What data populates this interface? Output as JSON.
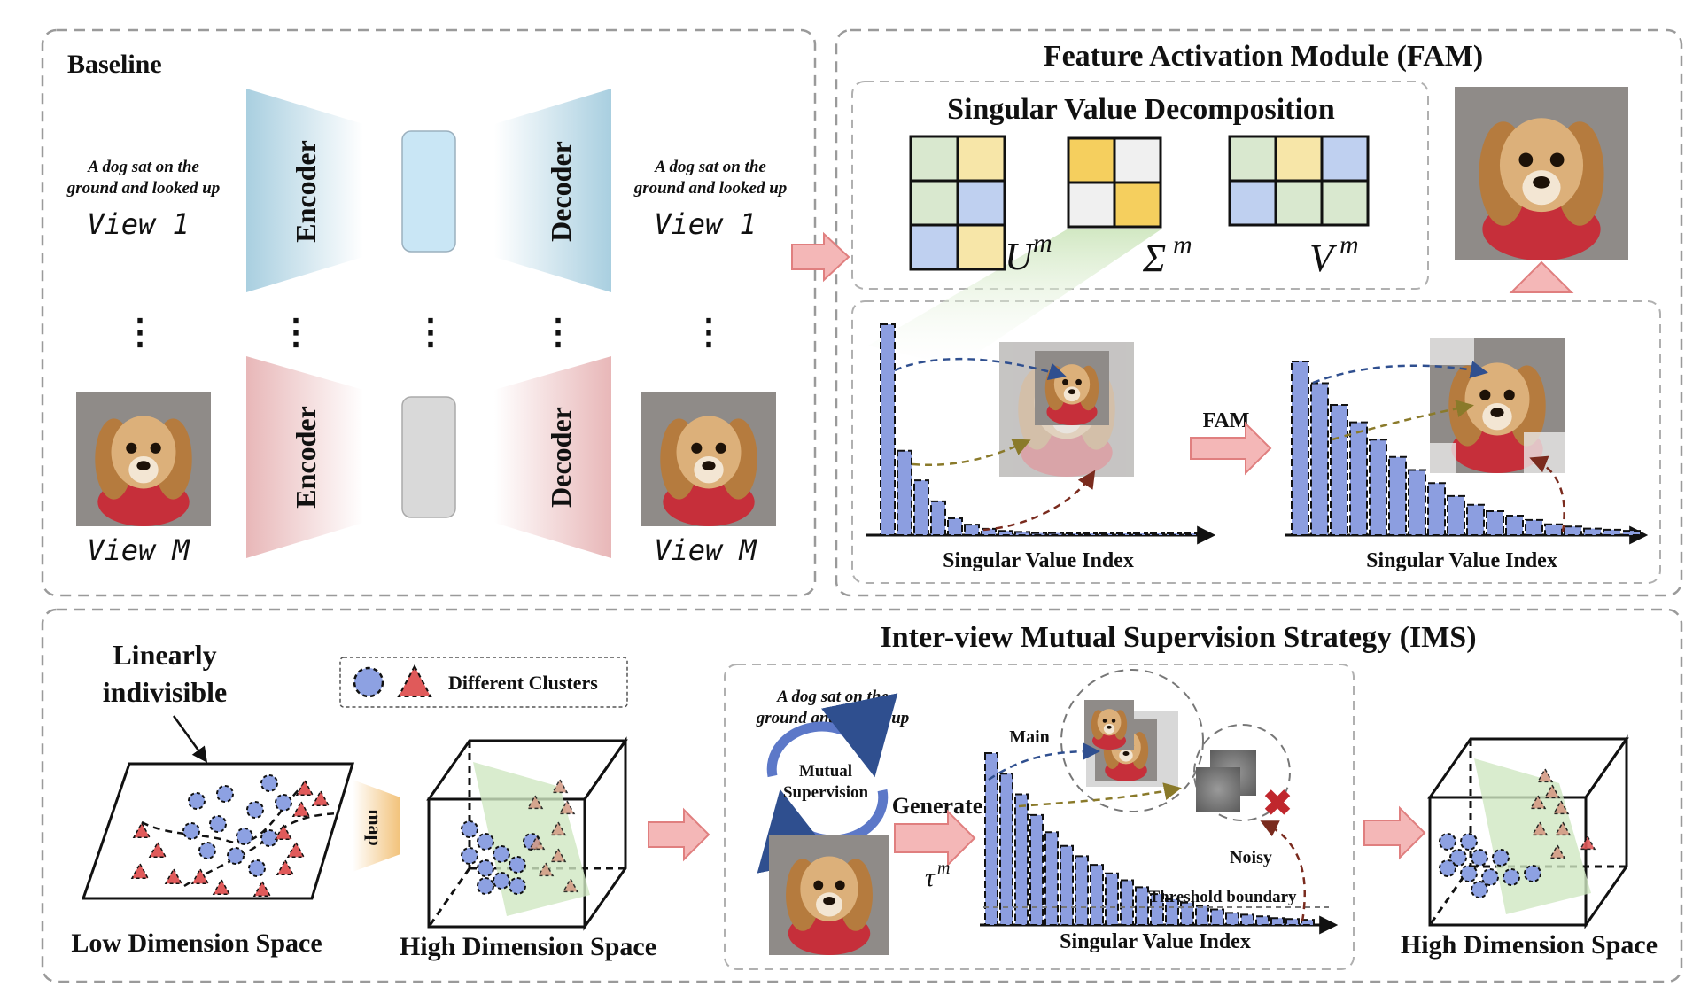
{
  "baseline": {
    "title": "Baseline",
    "caption_line1": "A dog sat on the",
    "caption_line2": "ground and looked up",
    "view_first": "View 1",
    "view_last": "View M",
    "encoder_label": "Encoder",
    "decoder_label": "Decoder",
    "dots": "⋮"
  },
  "fam": {
    "title": "Feature Activation Module (FAM)",
    "svd_title": "Singular Value Decomposition",
    "u_label": "U",
    "sigma_label": "Σ",
    "v_label": "V",
    "superscript": "m",
    "fam_arrow_label": "FAM",
    "xlabel": "Singular Value Index"
  },
  "ims": {
    "title": "Inter-view Mutual Supervision Strategy (IMS)",
    "linearly": "Linearly",
    "indivisible": "indivisible",
    "legend_label": "Different Clusters",
    "map_label": "map",
    "low_dim": "Low Dimension Space",
    "high_dim": "High Dimension Space",
    "caption_line1": "A dog sat on the",
    "caption_line2": "ground and looked up",
    "mutual": "Mutual",
    "supervision": "Supervision",
    "generate": "Generate",
    "tau": "τ",
    "tau_sup": "m",
    "main": "Main",
    "noisy": "Noisy",
    "threshold": "Threshold boundary",
    "xlabel": "Singular Value Index"
  },
  "colors": {
    "bar": "#8c9ee0",
    "encoder_top": "#a9cfe0",
    "encoder_bottom": "#e8b7b8",
    "latent_top": "#c9e6f5",
    "latent_bottom": "#d9d9d9",
    "arrow": "#f4b7b7",
    "cluster_blue": "#8da1e2",
    "cluster_red": "#e05a5a",
    "plane_green": "#cfe7c2"
  },
  "chart_data": [
    {
      "type": "bar",
      "name_role": "fam-before",
      "xlabel": "Singular Value Index",
      "values": [
        100,
        40,
        26,
        16,
        8,
        5,
        3,
        2,
        1.5,
        1,
        1,
        0.8,
        0.6,
        0.5,
        0.5,
        0.4,
        0.3,
        0.3,
        0.3
      ]
    },
    {
      "type": "bar",
      "name_role": "fam-after",
      "xlabel": "Singular Value Index",
      "values": [
        80,
        70,
        60,
        52,
        44,
        36,
        30,
        24,
        18,
        14,
        11,
        9,
        7,
        5,
        4,
        3,
        2.5,
        2
      ]
    },
    {
      "type": "bar",
      "name_role": "ims",
      "xlabel": "Singular Value Index",
      "values": [
        100,
        88,
        76,
        64,
        54,
        46,
        40,
        35,
        30,
        26,
        22,
        18,
        15,
        13,
        11,
        9,
        7,
        6,
        5,
        4,
        3.5,
        3
      ]
    }
  ]
}
